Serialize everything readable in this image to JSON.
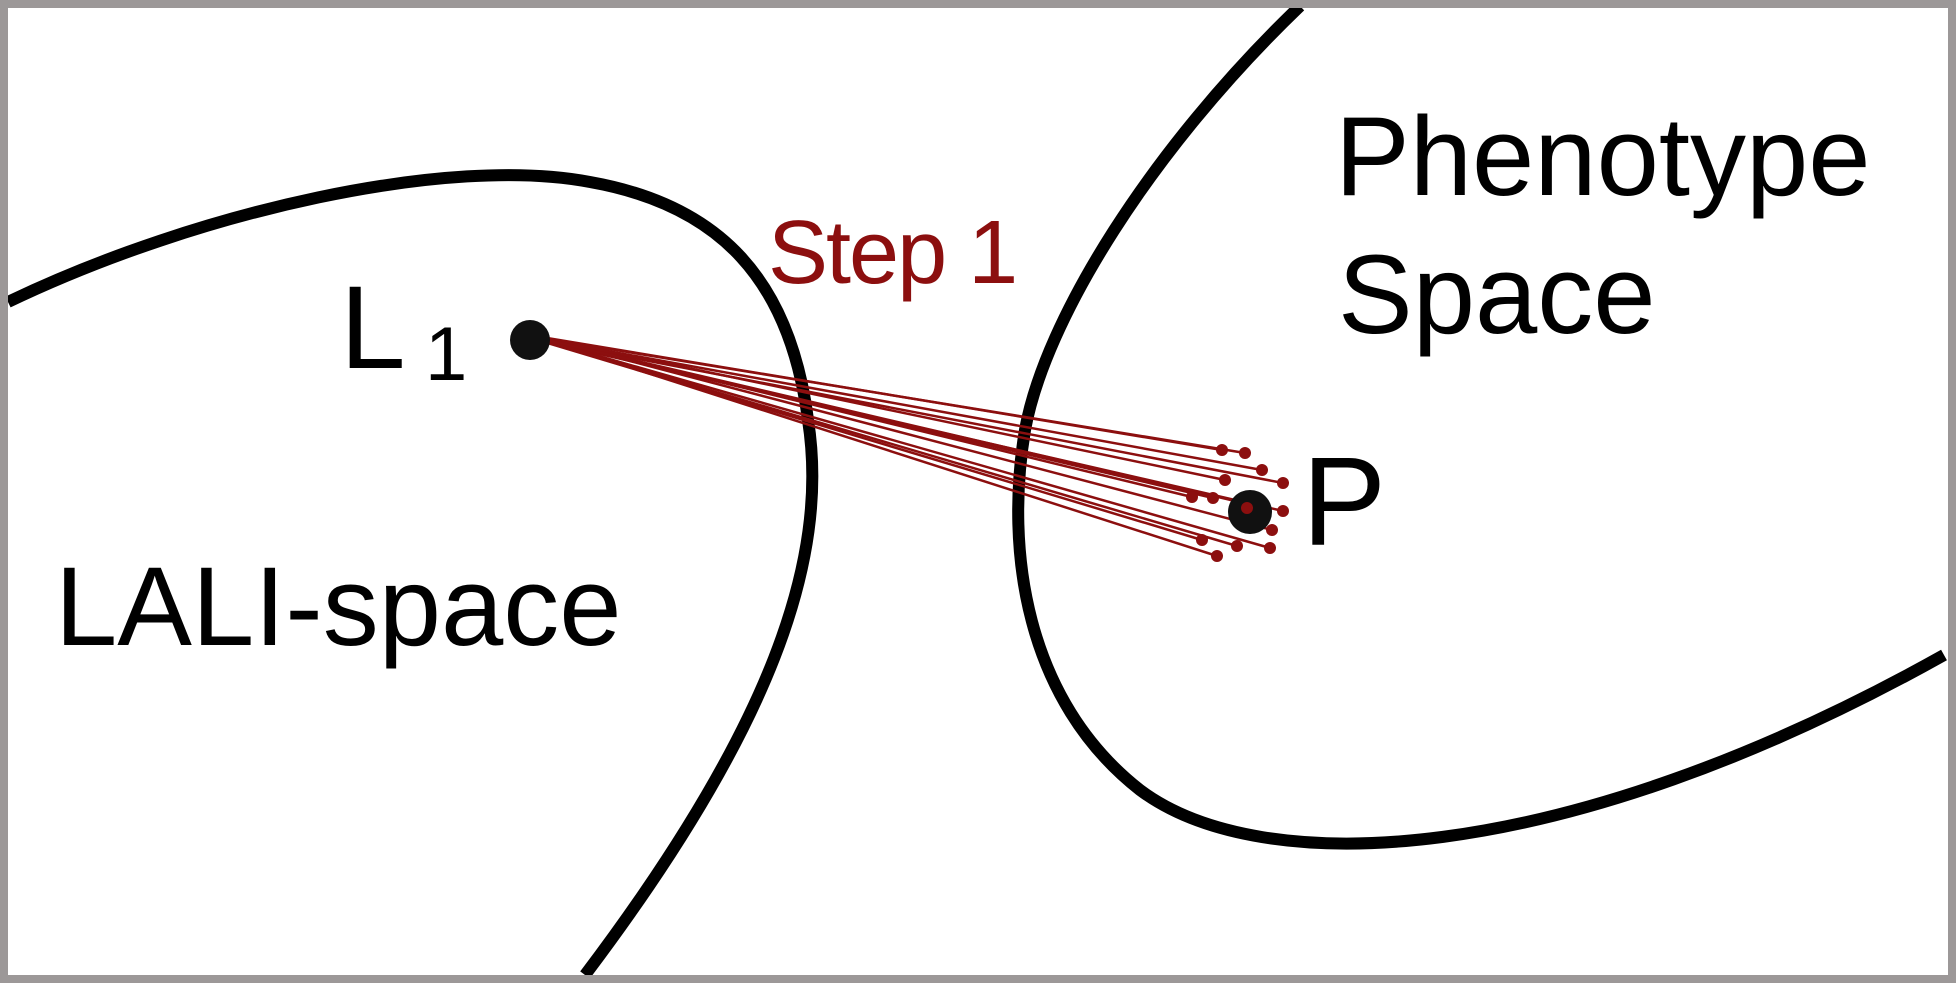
{
  "diagram": {
    "lali_label": "LALI-space",
    "phenotype_label_line1": "Phenotype",
    "phenotype_label_line2": "Space",
    "point_l_main": "L",
    "point_l_sub": "1",
    "point_p_label": "P",
    "step_label": "Step 1",
    "colors": {
      "boundary": "#000000",
      "arrow": "#8c0f0f",
      "label": "#000000",
      "frame": "#9c9898"
    }
  }
}
